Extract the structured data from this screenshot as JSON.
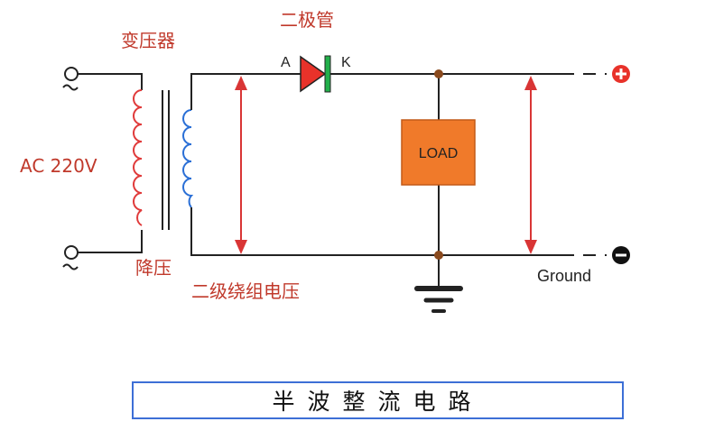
{
  "labels": {
    "transformer": "变压器",
    "diode": "二极管",
    "anode": "A",
    "cathode": "K",
    "ac_input": "AC 220V",
    "step_down": "降压",
    "secondary_voltage": "二级绕组电压",
    "load": "LOAD",
    "ground": "Ground",
    "plus": "+",
    "minus": "−"
  },
  "caption": "半波整流电路",
  "colors": {
    "wire": "#222222",
    "primary_coil": "#e03a3a",
    "secondary_coil": "#2a6fd6",
    "arrow": "#d93535",
    "diode_body": "#e8322a",
    "diode_band": "#22b04a",
    "load": "#f07a2a",
    "node": "#8a4a1e",
    "terminal_plus": "#e8322a",
    "terminal_minus": "#111111",
    "caption_border": "#3d6fd6"
  },
  "icons": [
    "ac-source-icon",
    "ground-icon",
    "diode-symbol",
    "transformer-core",
    "plus-terminal-icon",
    "minus-terminal-icon"
  ]
}
